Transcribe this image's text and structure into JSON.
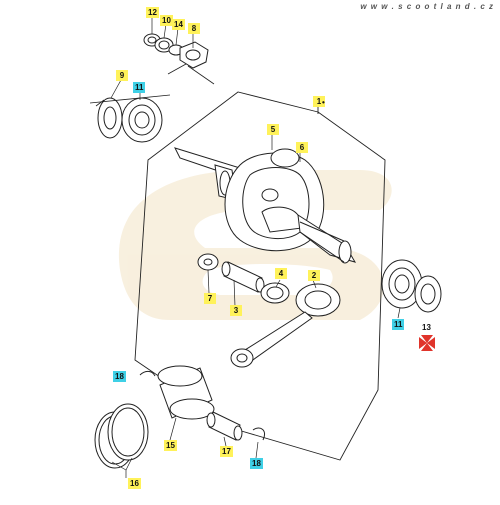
{
  "watermark": "w w w . s c o o t l a n d . c z",
  "part_labels": {
    "p1": "1",
    "p2": "2",
    "p3": "3",
    "p4": "4",
    "p5": "5",
    "p6": "6",
    "p7": "7",
    "p8": "8",
    "p9": "9",
    "p10": "10",
    "p11a": "11",
    "p11b": "11",
    "p12": "12",
    "p13": "13",
    "p14": "14",
    "p15": "15",
    "p16": "16",
    "p17": "17",
    "p18a": "18",
    "p18b": "18"
  },
  "assembly_mark": "•",
  "colors": {
    "highlight_yellow": "#fff25a",
    "highlight_cyan": "#3fd0e6",
    "line": "#222222",
    "logo_tint": "#f3e3c4",
    "marker_red": "#e0342b"
  }
}
